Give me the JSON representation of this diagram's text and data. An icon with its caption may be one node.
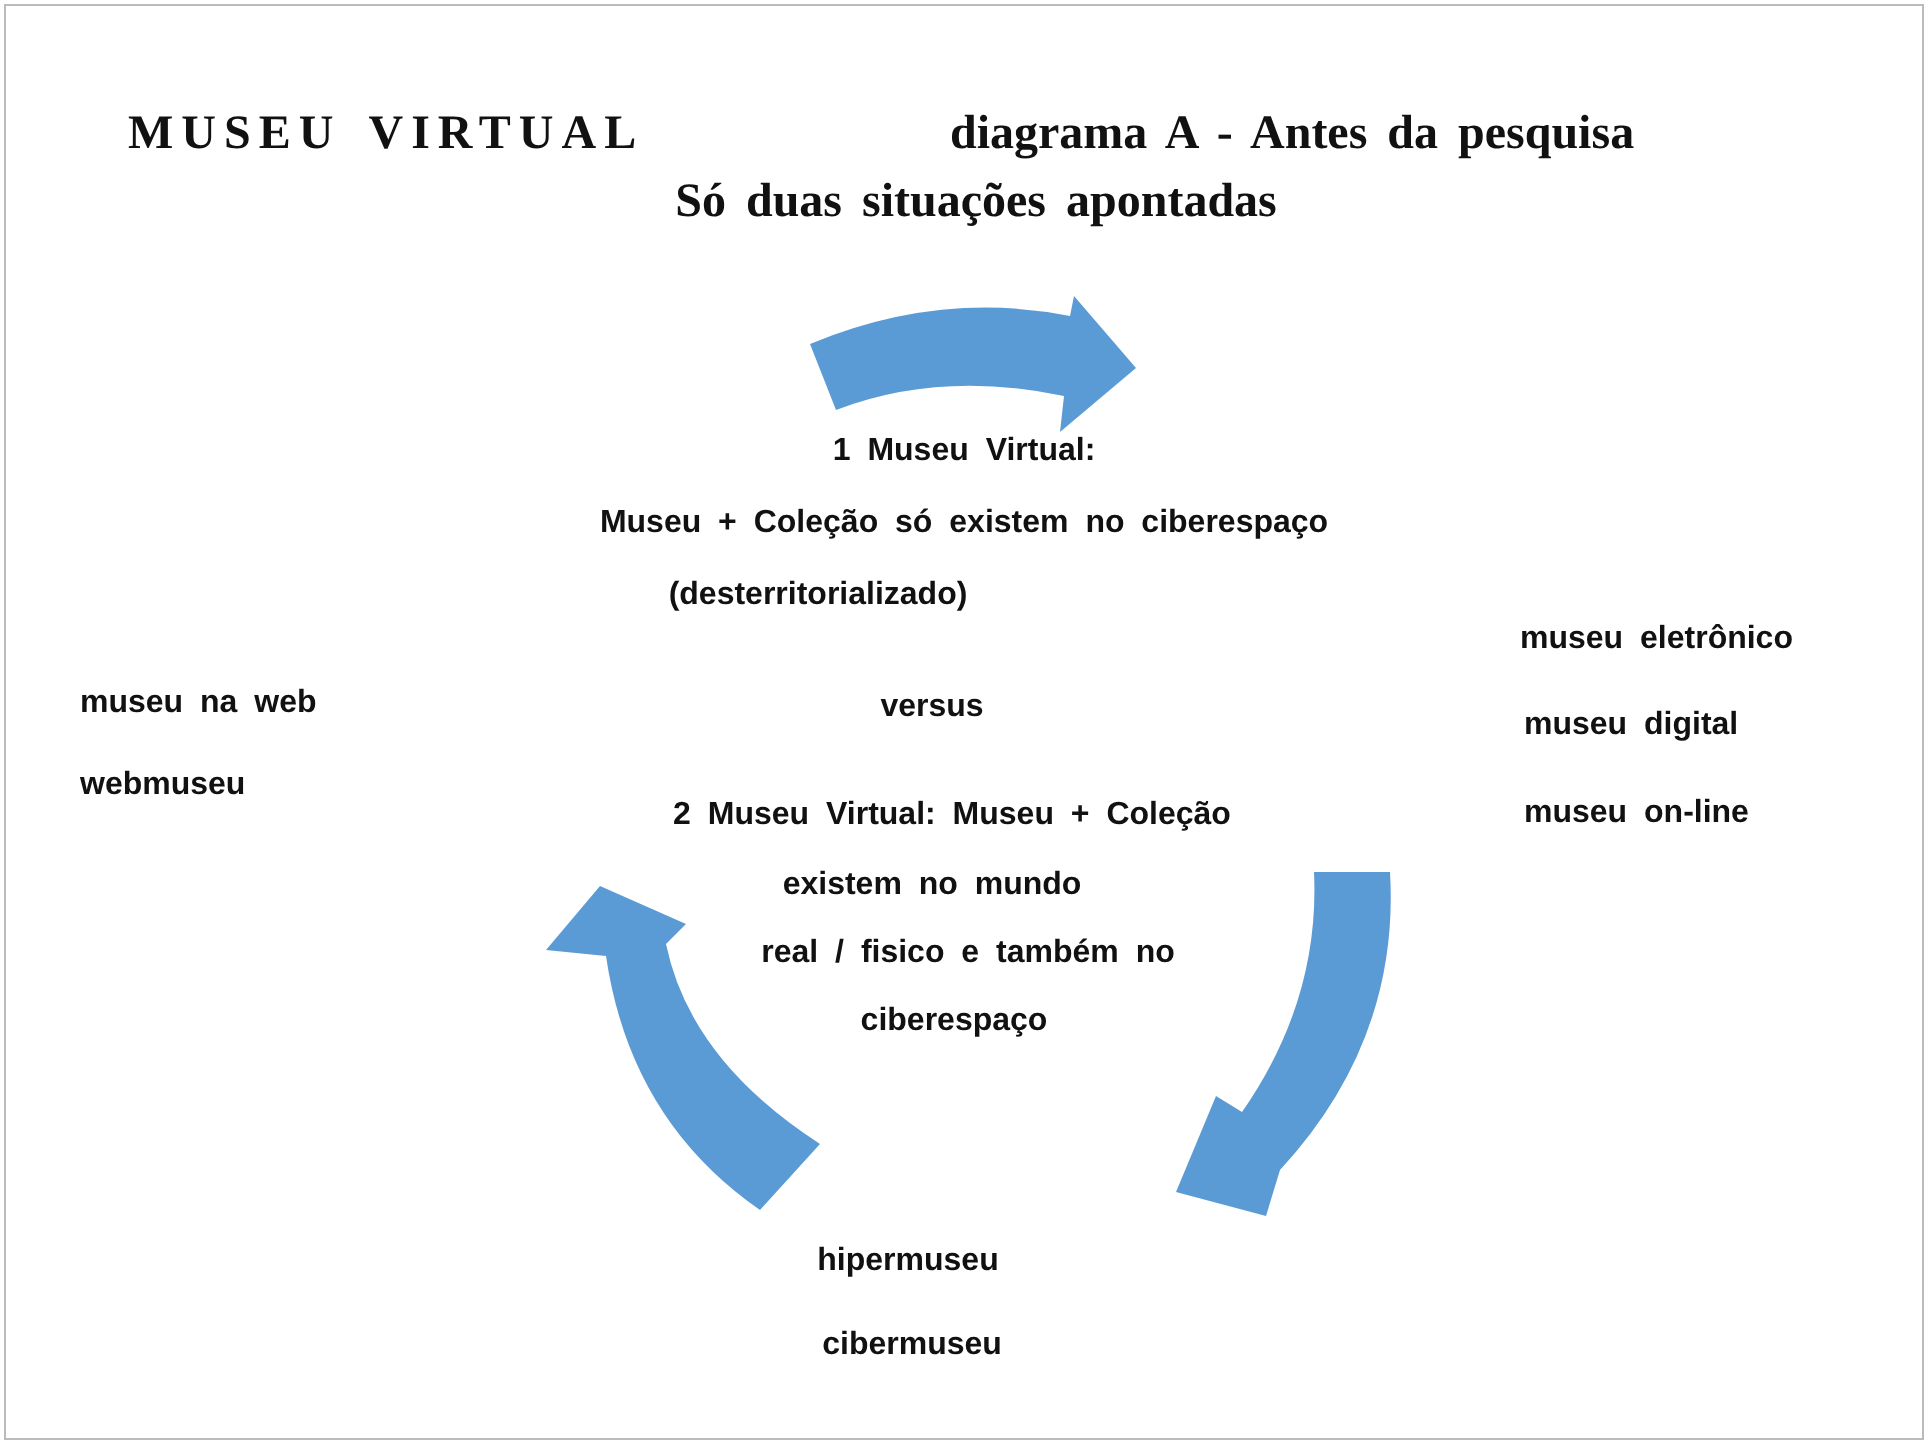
{
  "diagram": {
    "title": "MUSEU VIRTUAL",
    "labels": [
      "diagrama A - Antes da pesquisa",
      "Só duas situações apontadas",
      "1 Museu Virtual:",
      "Museu + Coleção só existem no ciberespaço",
      "(desterritorializado)",
      "museu eletrônico",
      "museu na web",
      "versus",
      "museu digital",
      "webmuseu",
      "2 Museu Virtual: Museu + Coleção",
      "museu on-line",
      "existem no mundo",
      "real / fisico e também no",
      "ciberespaço",
      "hipermuseu",
      "cibermuseu"
    ]
  }
}
